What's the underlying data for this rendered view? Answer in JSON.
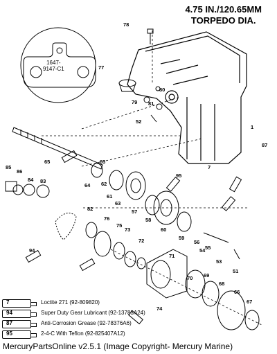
{
  "header": {
    "line1": "4.75 IN./120.65MM",
    "line2": "TORPEDO DIA."
  },
  "inset_label": {
    "line1": "1647-",
    "line2": "9147-C1"
  },
  "part_numbers": [
    "78",
    "77",
    "80",
    "79",
    "81",
    "52",
    "1",
    "65",
    "85",
    "86",
    "84",
    "83",
    "63",
    "64",
    "62",
    "61",
    "63",
    "57",
    "58",
    "60",
    "82",
    "76",
    "75",
    "73",
    "72",
    "59",
    "56",
    "55",
    "54",
    "53",
    "51",
    "71",
    "69",
    "70",
    "68",
    "66",
    "67",
    "74",
    "87",
    "7",
    "94",
    "95"
  ],
  "legend": [
    {
      "code": "7",
      "text": "Loctite 271 (92-809820)"
    },
    {
      "code": "94",
      "text": "Super Duty Gear Lubricant (92-13783A24)"
    },
    {
      "code": "87",
      "text": "Anti-Corrosion Grease (92-78376A6)"
    },
    {
      "code": "95",
      "text": "2-4-C With Teflon (92-825407A12)"
    }
  ],
  "footer": "MercuryPartsOnline v2.5.1 (Image Copyright- Mercury Marine)"
}
